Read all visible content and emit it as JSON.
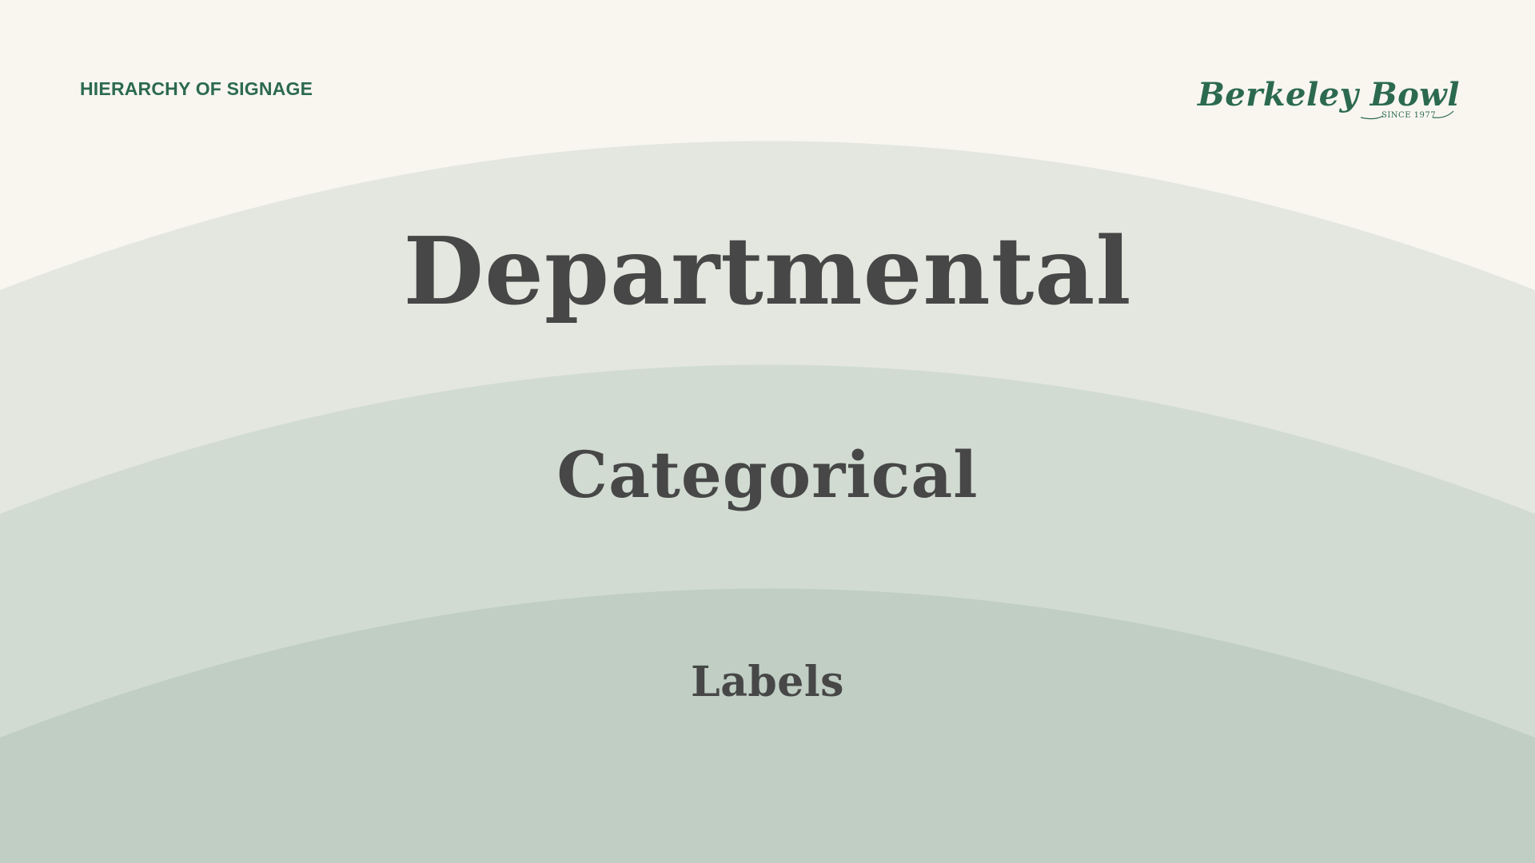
{
  "header": {
    "title": "HIERARCHY OF SIGNAGE"
  },
  "logo": {
    "name": "Berkeley Bowl",
    "tagline": "SINCE 1977"
  },
  "tiers": [
    {
      "label": "Departmental",
      "color": "#e4e7df"
    },
    {
      "label": "Categorical",
      "color": "#d1dbd2"
    },
    {
      "label": "Labels",
      "color": "#c0cec4"
    }
  ],
  "colors": {
    "background": "#f8f6ef",
    "brand": "#2c6a4f",
    "text": "#474747"
  }
}
